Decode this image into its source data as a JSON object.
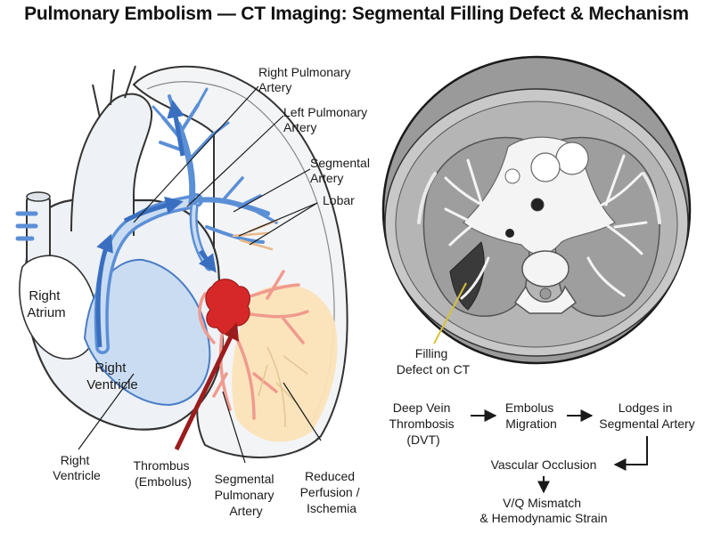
{
  "title": "Pulmonary Embolism — CT Imaging: Segmental Filling Defect & Mechanism",
  "labels": {
    "right_pulmonary_artery": [
      "Right Pulmonary",
      "Artery"
    ],
    "left_pulmonary_artery": [
      "Left Pulmonary",
      "Artery"
    ],
    "segmental_artery": [
      "Segmental",
      "Artery"
    ],
    "lobar": [
      "Lobar"
    ],
    "right_atrium": [
      "Right",
      "Atrium"
    ],
    "right_ventricle_inner": [
      "Right",
      "Ventricle"
    ],
    "right_ventricle_outer": [
      "Right",
      "Ventricle"
    ],
    "thrombus": [
      "Thrombus",
      "(Embolus)"
    ],
    "segmental_pulmonary_artery": [
      "Segmental",
      "Pulmonary",
      "Artery"
    ],
    "reduced_perfusion": [
      "Reduced",
      "Perfusion /",
      "Ischemia"
    ],
    "filling_defect": [
      "Filling",
      "Defect on CT"
    ]
  },
  "flow": {
    "dvt": [
      "Deep Vein",
      "Thrombosis",
      "(DVT)"
    ],
    "migration": [
      "Embolus",
      "Migration"
    ],
    "lodges": [
      "Lodges in",
      "Segmental Artery"
    ],
    "occlusion": [
      "Vascular Occlusion"
    ],
    "mismatch": [
      "V/Q Mismatch",
      "& Hemodynamic Strain"
    ]
  },
  "colors": {
    "vessel_blue": "#5b8fd6",
    "vessel_light": "#c9dcf2",
    "thrombus_red": "#d62828",
    "ischemia_yellow": "#fbe3b8",
    "arrow_dark_red": "#9b1c1c",
    "ct_gray": "#9a9a9a",
    "defect_dark": "#3a3a3a"
  }
}
